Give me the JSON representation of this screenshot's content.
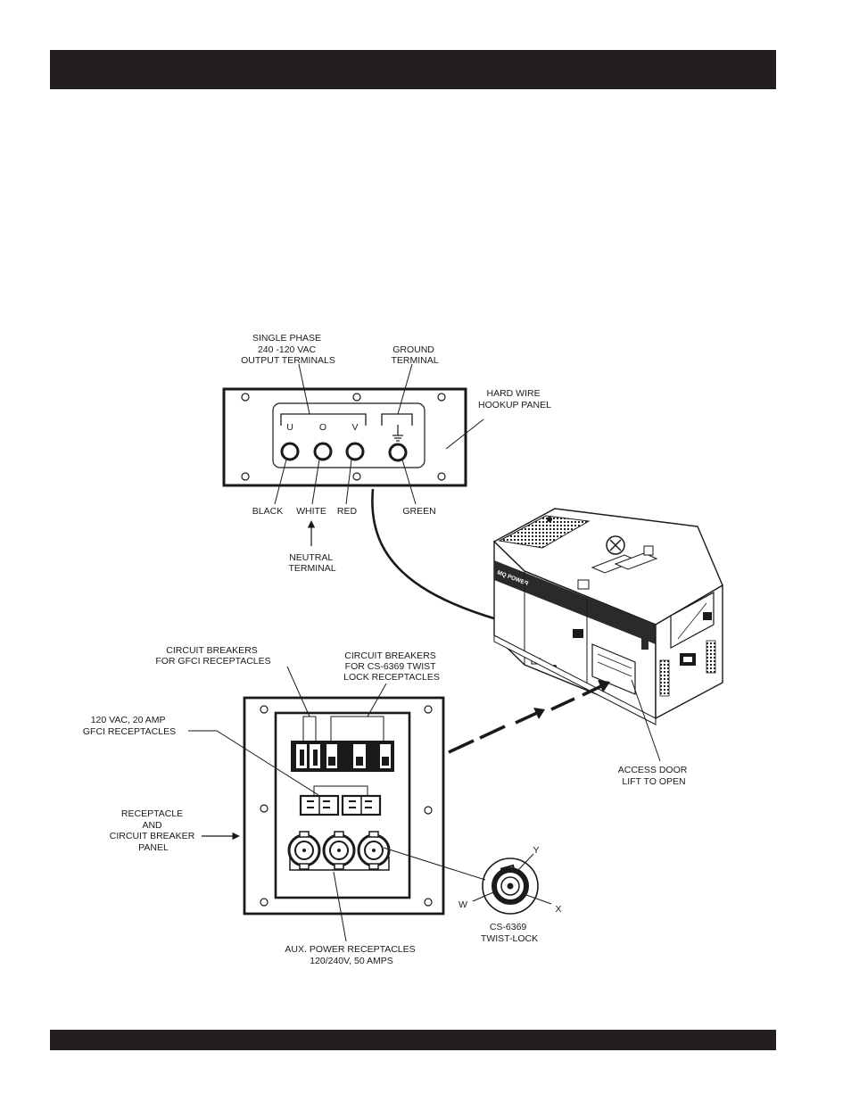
{
  "labels": {
    "single_phase": [
      "SINGLE PHASE",
      "240 -120 VAC",
      "OUTPUT TERMINALS"
    ],
    "ground_terminal": [
      "GROUND",
      "TERMINAL"
    ],
    "hard_wire": [
      "HARD WIRE",
      "HOOKUP PANEL"
    ],
    "term_u": "U",
    "term_o": "O",
    "term_v": "V",
    "black": "BLACK",
    "white": "WHITE",
    "red": "RED",
    "green": "GREEN",
    "neutral": [
      "NEUTRAL",
      "TERMINAL"
    ],
    "gen_brand": "MQ POWER",
    "cb_gfci": [
      "CIRCUIT BREAKERS",
      "FOR GFCI RECEPTACLES"
    ],
    "cb_twist": [
      "CIRCUIT BREAKERS",
      "FOR CS-6369 TWIST",
      "LOCK RECEPTACLES"
    ],
    "gfci_recept": [
      "120 VAC, 20 AMP",
      "GFCI RECEPTACLES"
    ],
    "access_door": [
      "ACCESS DOOR",
      "LIFT TO OPEN"
    ],
    "recept_panel": [
      "RECEPTACLE",
      "AND",
      "CIRCUIT BREAKER",
      "PANEL"
    ],
    "pin_y": "Y",
    "pin_w": "W",
    "pin_x": "X",
    "twist_lock": [
      "CS-6369",
      "TWIST-LOCK"
    ],
    "aux_power": [
      "AUX. POWER RECEPTACLES",
      "120/240V, 50 AMPS"
    ]
  }
}
